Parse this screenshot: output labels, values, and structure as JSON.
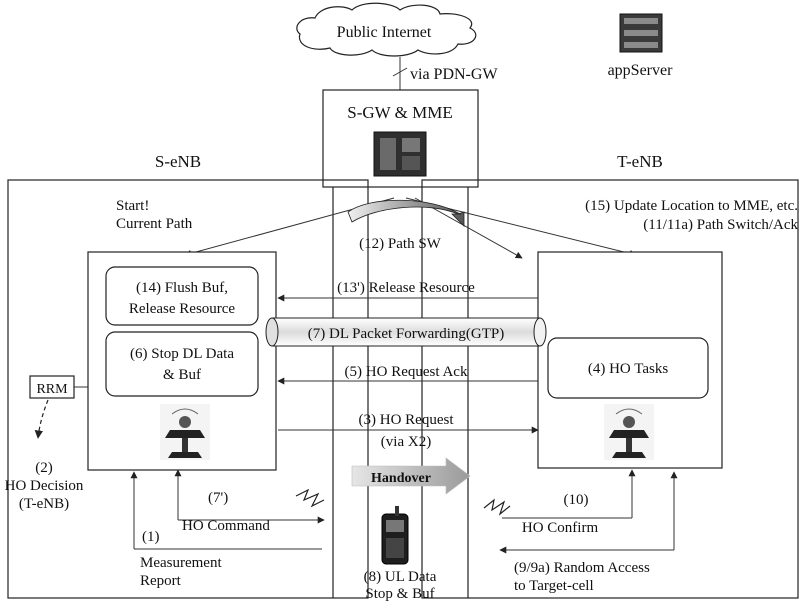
{
  "cloud": {
    "label": "Public Internet"
  },
  "pdn_label": "via PDN-GW",
  "app_server": {
    "label": "appServer"
  },
  "core": {
    "label": "S-GW & MME"
  },
  "source_enb": {
    "label": "S-eNB"
  },
  "target_enb": {
    "label": "T-eNB"
  },
  "start_note": [
    "Start!",
    "Current Path"
  ],
  "path_sw": "(12) Path SW",
  "update_location": "(15) Update Location to MME, etc.",
  "path_switch_ack": "(11/11a) Path Switch/Ack",
  "flush_box": [
    "(14) Flush Buf,",
    "Release Resource"
  ],
  "stop_box": [
    "(6) Stop DL Data",
    "& Buf"
  ],
  "ho_tasks": "(4) HO Tasks",
  "release_resource": "(13') Release Resource",
  "dl_forwarding": "(7) DL Packet Forwarding(GTP)",
  "ho_request_ack": "(5) HO Request Ack",
  "ho_request": "(3) HO Request",
  "via_x2": "(via X2)",
  "rrm": "RRM",
  "ho_decision": [
    "(2)",
    "HO Decision",
    "(T-eNB)"
  ],
  "handover": "Handover",
  "ho_command": [
    "(7')",
    "HO Command"
  ],
  "measurement": [
    "(1)",
    "Measurement",
    "Report"
  ],
  "ul_data": [
    "(8) UL Data",
    "Stop & Buf"
  ],
  "ho_confirm": [
    "(10)",
    "HO Confirm"
  ],
  "random_access": [
    "(9/9a) Random Access",
    "to Target-cell"
  ]
}
